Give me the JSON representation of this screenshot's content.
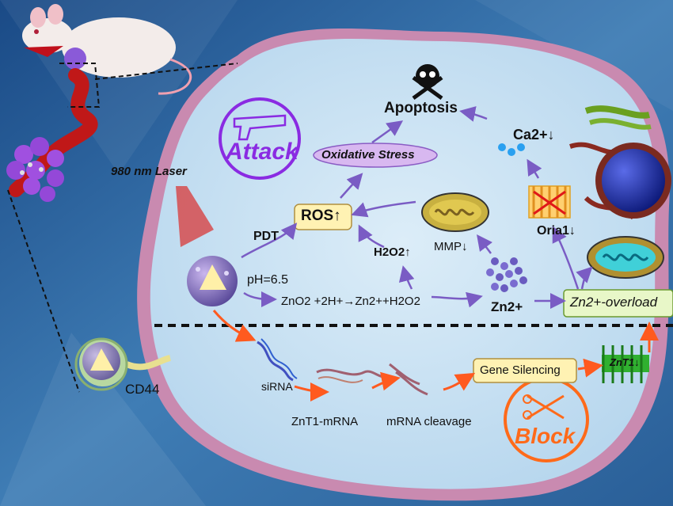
{
  "colors": {
    "background_dark": "#1f4f8a",
    "background_light": "#4f8fc0",
    "cell_fill": "#cfe6f5",
    "membrane": "#c98ab0",
    "attack_purple": "#8a2be2",
    "block_orange": "#ff6a1a",
    "ros_box": "#fff2b3",
    "gene_box": "#fff2b3",
    "overload_box": "#e8f7c8",
    "oxidative_pill": "#d8b8f0",
    "arrow_purple": "#7a5cc4",
    "arrow_orange": "#ff5a1f"
  },
  "labels": {
    "laser": "980 nm Laser",
    "attack": "Attack",
    "block": "Block",
    "apoptosis": "Apoptosis",
    "oxidative_stress": "Oxidative Stress",
    "ros": "ROS↑",
    "pdt": "PDT",
    "ph": "pH=6.5",
    "h2o2": "H2O2↑",
    "mmp": "MMP↓",
    "ca": "Ca2+↓",
    "oria": "Oria1↓",
    "zn": "Zn2+",
    "zn_overload": "Zn2+-overload",
    "gene_silencing": "Gene Silencing",
    "znt1": "ZnT1↓",
    "sirna": "siRNA",
    "znt1_mrna": "ZnT1-mRNA",
    "mrna_cleavage": "mRNA cleavage",
    "cd44": "CD44",
    "reaction": "ZnO2 +2H+→Zn2++H2O2"
  },
  "icons": [
    "mouse-icon",
    "tumor-icon",
    "nanoparticle-icon",
    "skull-icon",
    "gun-icon",
    "scissors-icon",
    "mitochondria-icon",
    "golgi-icon",
    "nucleus-icon",
    "channel-icon",
    "zinc-cluster-icon",
    "calcium-dots-icon",
    "rna-icon"
  ]
}
